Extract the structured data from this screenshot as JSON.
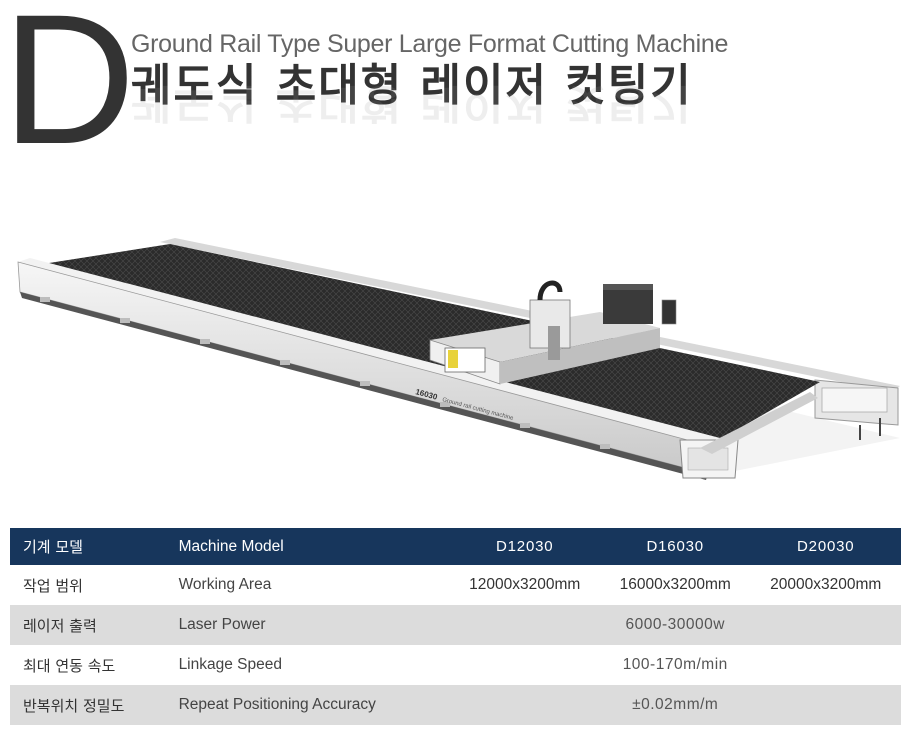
{
  "header": {
    "letter": "D",
    "subtitle_en": "Ground Rail Type Super Large Format Cutting Machine",
    "title_ko": "궤도식 초대형 레이저 컷팅기"
  },
  "machine_image": {
    "label_model": "16030",
    "label_desc": "Ground rail cutting machine"
  },
  "spec_table": {
    "header": {
      "label_ko": "기계 모델",
      "label_en": "Machine Model",
      "models": [
        "D12030",
        "D16030",
        "D20030"
      ]
    },
    "rows": [
      {
        "label_ko": "작업 범위",
        "label_en": "Working Area",
        "values": [
          "12000x3200mm",
          "16000x3200mm",
          "20000x3200mm"
        ]
      },
      {
        "label_ko": "레이저 출력",
        "label_en": "Laser Power",
        "value": "6000-30000w"
      },
      {
        "label_ko": "최대 연동 속도",
        "label_en": "Linkage Speed",
        "value": "100-170m/min"
      },
      {
        "label_ko": "반복위치 정밀도",
        "label_en": "Repeat Positioning Accuracy",
        "value": "±0.02mm/m"
      }
    ]
  }
}
